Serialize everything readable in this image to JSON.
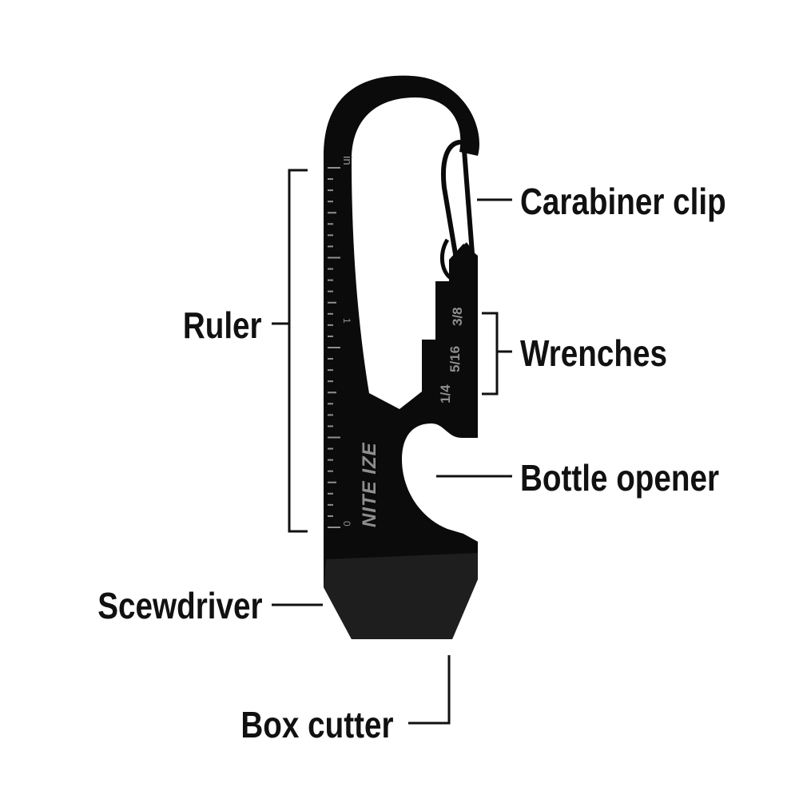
{
  "colors": {
    "tool": "#0b0b0b",
    "tool_edge": "#1e1e1e",
    "engraving": "#8f8f8f",
    "line": "#111111",
    "background": "#ffffff"
  },
  "labels": {
    "carabiner_clip": "Carabiner clip",
    "ruler": "Ruler",
    "wrenches": "Wrenches",
    "bottle_opener": "Bottle opener",
    "screwdriver": "Scewdriver",
    "box_cutter": "Box cutter"
  },
  "engravings": {
    "ruler_unit": "in",
    "ruler_one": "1",
    "ruler_zero": "0",
    "wrench_small": "1/4",
    "wrench_mid": "5/16",
    "wrench_large": "3/8",
    "logo": "NITE IZE"
  }
}
